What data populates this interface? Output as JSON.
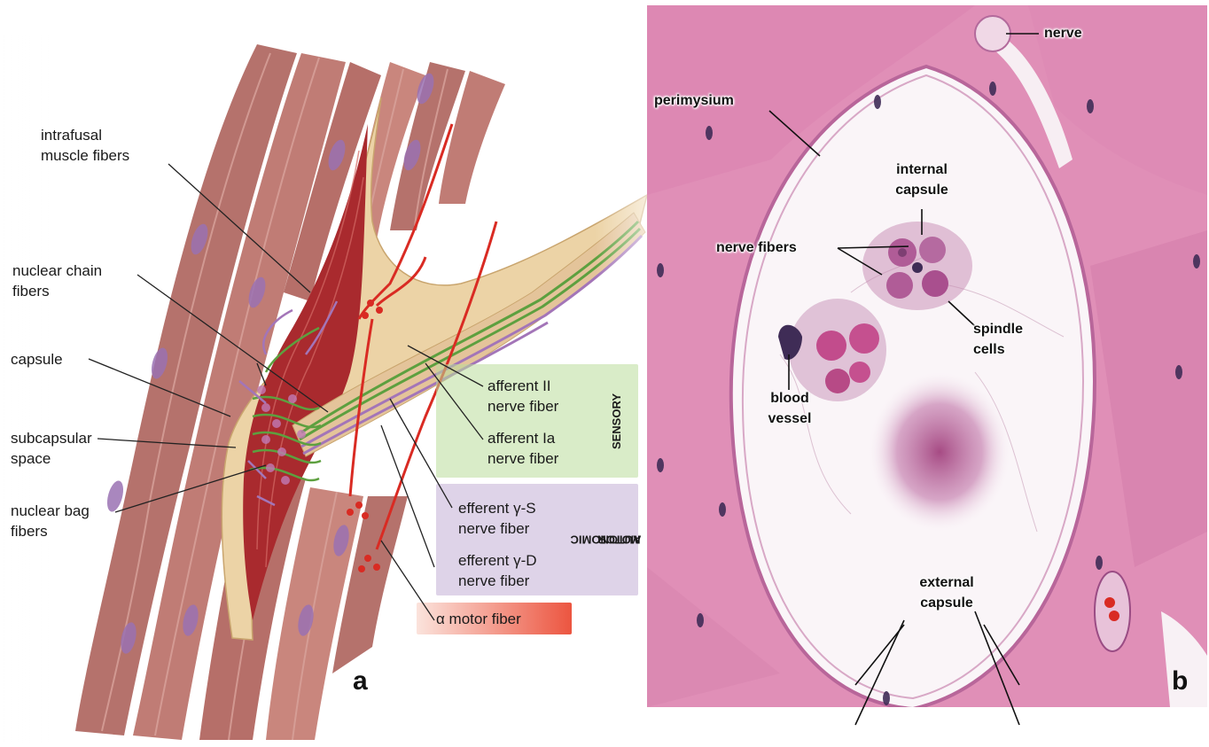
{
  "panel_a": {
    "letter": "a",
    "labels": {
      "intrafusal_1": "intrafusal",
      "intrafusal_2": "muscle fibers",
      "nuclear_chain_1": "nuclear chain",
      "nuclear_chain_2": "fibers",
      "capsule": "capsule",
      "subcapsular_1": "subcapsular",
      "subcapsular_2": "space",
      "nuclear_bag_1": "nuclear bag",
      "nuclear_bag_2": "fibers",
      "afferent_ii_1": "afferent II",
      "afferent_ii_2": "nerve fiber",
      "afferent_ia_1": "afferent Ia",
      "afferent_ia_2": "nerve fiber",
      "efferent_gs_1": "efferent γ-S",
      "efferent_gs_2": "nerve fiber",
      "efferent_gd_1": "efferent γ-D",
      "efferent_gd_2": "nerve fiber",
      "alpha_motor": "α motor fiber"
    },
    "sensory_box": "SENSORY",
    "autonomic_box_1": "AUTONOMIC",
    "autonomic_box_2": "MOTOR",
    "colors": {
      "sensory": "#b9dd9b",
      "autonomic": "#cdbcdc",
      "alpha": "#ee5a45",
      "muscle": "#b4706a",
      "capsule": "#ecd3a6",
      "intrafusal": "#a92a2e",
      "nerve_green": "#5da03f",
      "nerve_purple": "#a375b8",
      "vessel_red": "#d92b23"
    }
  },
  "panel_b": {
    "letter": "b",
    "labels": {
      "nerve": "nerve",
      "perimysium": "perimysium",
      "internal_capsule_1": "internal",
      "internal_capsule_2": "capsule",
      "nerve_fibers": "nerve fibers",
      "spindle_cells_1": "spindle",
      "spindle_cells_2": "cells",
      "blood_vessel_1": "blood",
      "blood_vessel_2": "vessel",
      "external_capsule_1": "external",
      "external_capsule_2": "capsule"
    },
    "colors": {
      "muscle_pink": "#e08fb7",
      "lumen": "#faf5f8",
      "nuclei": "#3f2c56"
    }
  }
}
